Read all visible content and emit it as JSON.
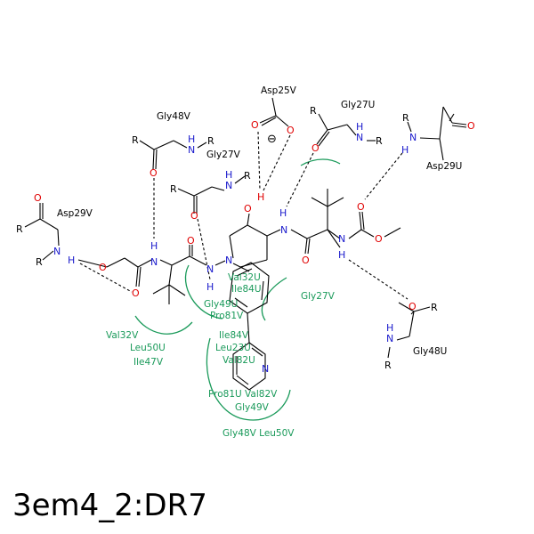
{
  "title": "3em4_2:DR7",
  "residues": {
    "asp25v": "Asp25V",
    "gly27u_top": "Gly27U",
    "gly48v": "Gly48V",
    "gly27v_top": "Gly27V",
    "asp29v": "Asp29V",
    "asp29u": "Asp29U",
    "gly48u": "Gly48U"
  },
  "hydrophobic": {
    "val32u": "Val32U",
    "ile84u": "Ile84U",
    "gly49u": "Gly49U",
    "pro81v": "Pro81V",
    "ile84v": "Ile84V",
    "leu23u": "Leu23U",
    "val82u": "Val82U",
    "gly27v": "Gly27V",
    "val32v": "Val32V",
    "leu50u": "Leu50U",
    "ile47v": "Ile47V",
    "pro81u_val82v": "Pro81U Val82V",
    "gly49v": "Gly49V",
    "gly48v_leu50v": "Gly48V Leu50V"
  },
  "atoms": {
    "o": "O",
    "n": "N",
    "h": "H",
    "r": "R",
    "charge": "⊖"
  }
}
